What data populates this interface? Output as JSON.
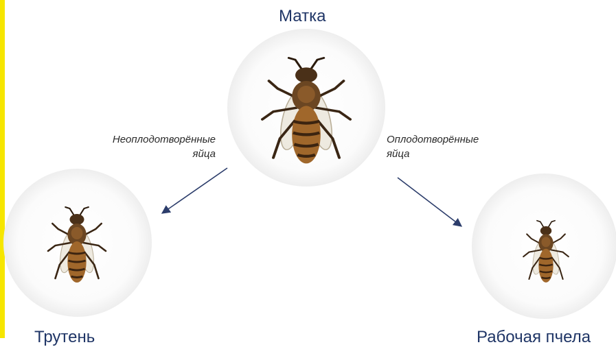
{
  "castes": {
    "queen": {
      "title": "Матка"
    },
    "drone": {
      "title": "Трутень"
    },
    "worker": {
      "title": "Рабочая пчела"
    }
  },
  "edges": {
    "unfertilized": {
      "line1": "Неоплодотворённые",
      "line2": "яйца"
    },
    "fertilized": {
      "line1": "Оплодотворённые",
      "line2": "яйца"
    }
  },
  "colors": {
    "title_text": "#1f3566",
    "arrow": "#2c3d6b",
    "side_bar": "#f6e600",
    "bee_abdomen": "#a0672b",
    "bee_stripe": "#3c2410"
  }
}
